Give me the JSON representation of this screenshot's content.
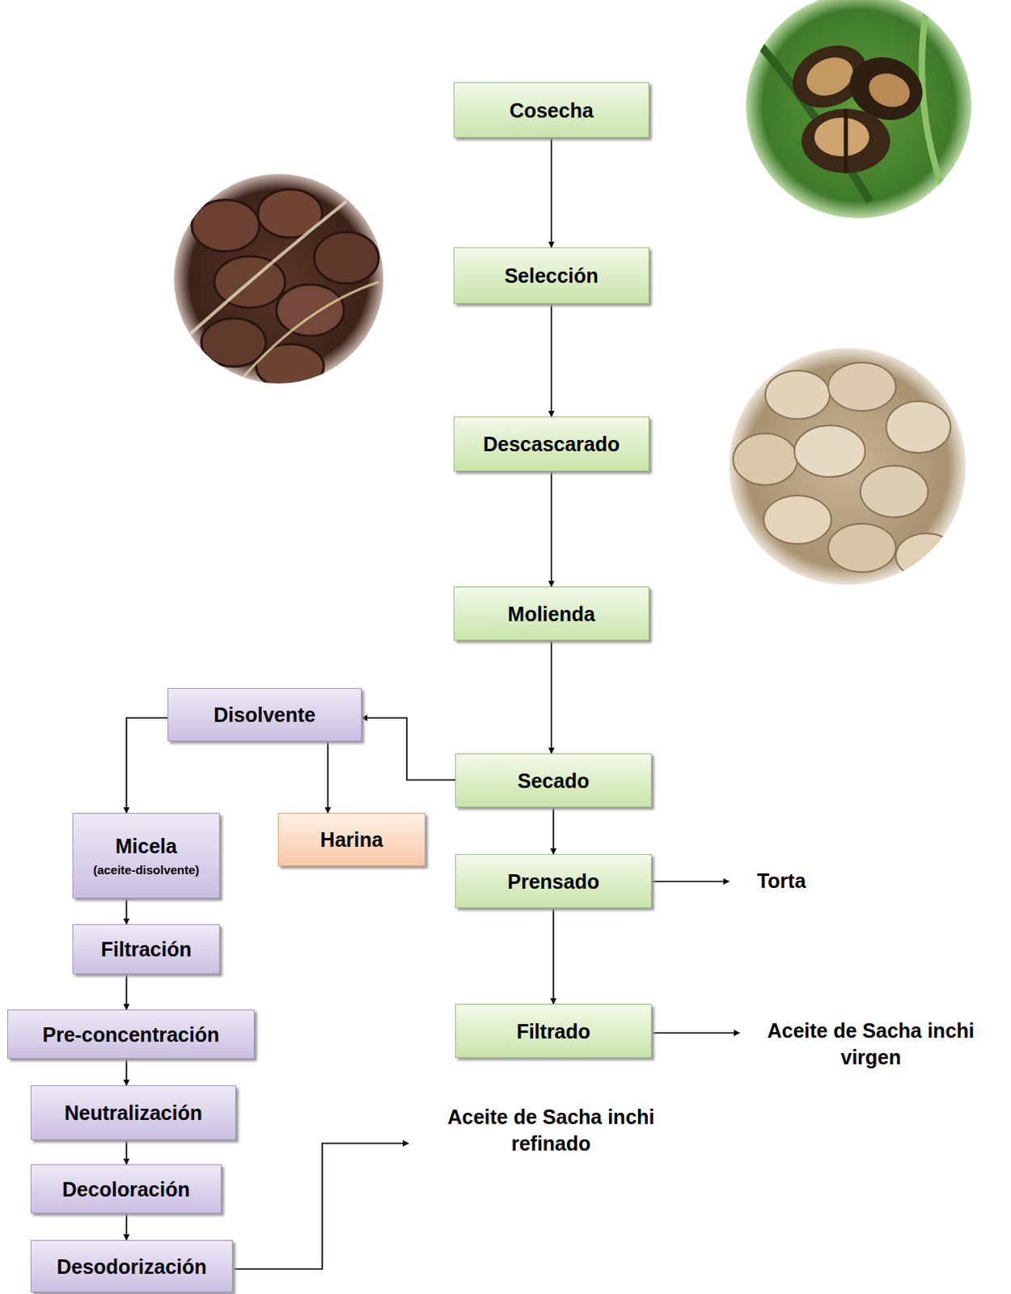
{
  "diagram": {
    "nodes": [
      {
        "text": [
          "Cosecha"
        ]
      },
      {
        "text": [
          "Selección"
        ]
      },
      {
        "text": [
          "Descascarado"
        ]
      },
      {
        "text": [
          "Molienda"
        ]
      },
      {
        "text": [
          "Secado"
        ]
      },
      {
        "text": [
          "Prensado"
        ]
      },
      {
        "text": [
          "Filtrado"
        ]
      },
      {
        "text": [
          "Disolvente"
        ]
      },
      {
        "text": [
          "Harina"
        ]
      },
      {
        "text": [
          "Micela",
          "(aceite-disolvente)"
        ]
      },
      {
        "text": [
          "Filtración"
        ]
      },
      {
        "text": [
          "Pre-concentración"
        ]
      },
      {
        "text": [
          "Neutralización"
        ]
      },
      {
        "text": [
          "Decoloración"
        ]
      },
      {
        "text": [
          "Desodorización"
        ]
      }
    ],
    "edges": [
      {
        "from": 0,
        "to": 1,
        "arrow": "to"
      },
      {
        "from": 1,
        "to": 2,
        "arrow": "to"
      },
      {
        "from": 2,
        "to": 3,
        "arrow": "to"
      },
      {
        "from": 3,
        "to": 4,
        "arrow": "to"
      },
      {
        "from": 4,
        "to": 5,
        "arrow": "to"
      },
      {
        "from": 5,
        "to": 6,
        "arrow": "to"
      },
      {
        "from": 4,
        "to": 7,
        "arrow": "to"
      },
      {
        "from": 7,
        "to": 8,
        "arrow": "to"
      },
      {
        "from": 7,
        "to": 9,
        "arrow": "to"
      },
      {
        "from": 9,
        "to": 10,
        "arrow": "to"
      },
      {
        "from": 10,
        "to": 11,
        "arrow": "to"
      },
      {
        "from": 11,
        "to": 12,
        "arrow": "to"
      },
      {
        "from": 12,
        "to": 13,
        "arrow": "to"
      },
      {
        "from": 13,
        "to": 14,
        "arrow": "to"
      }
    ],
    "labels": [
      "Torta",
      "Aceite de Sacha inchi virgen",
      "Aceite de Sacha inchi refinado"
    ]
  }
}
